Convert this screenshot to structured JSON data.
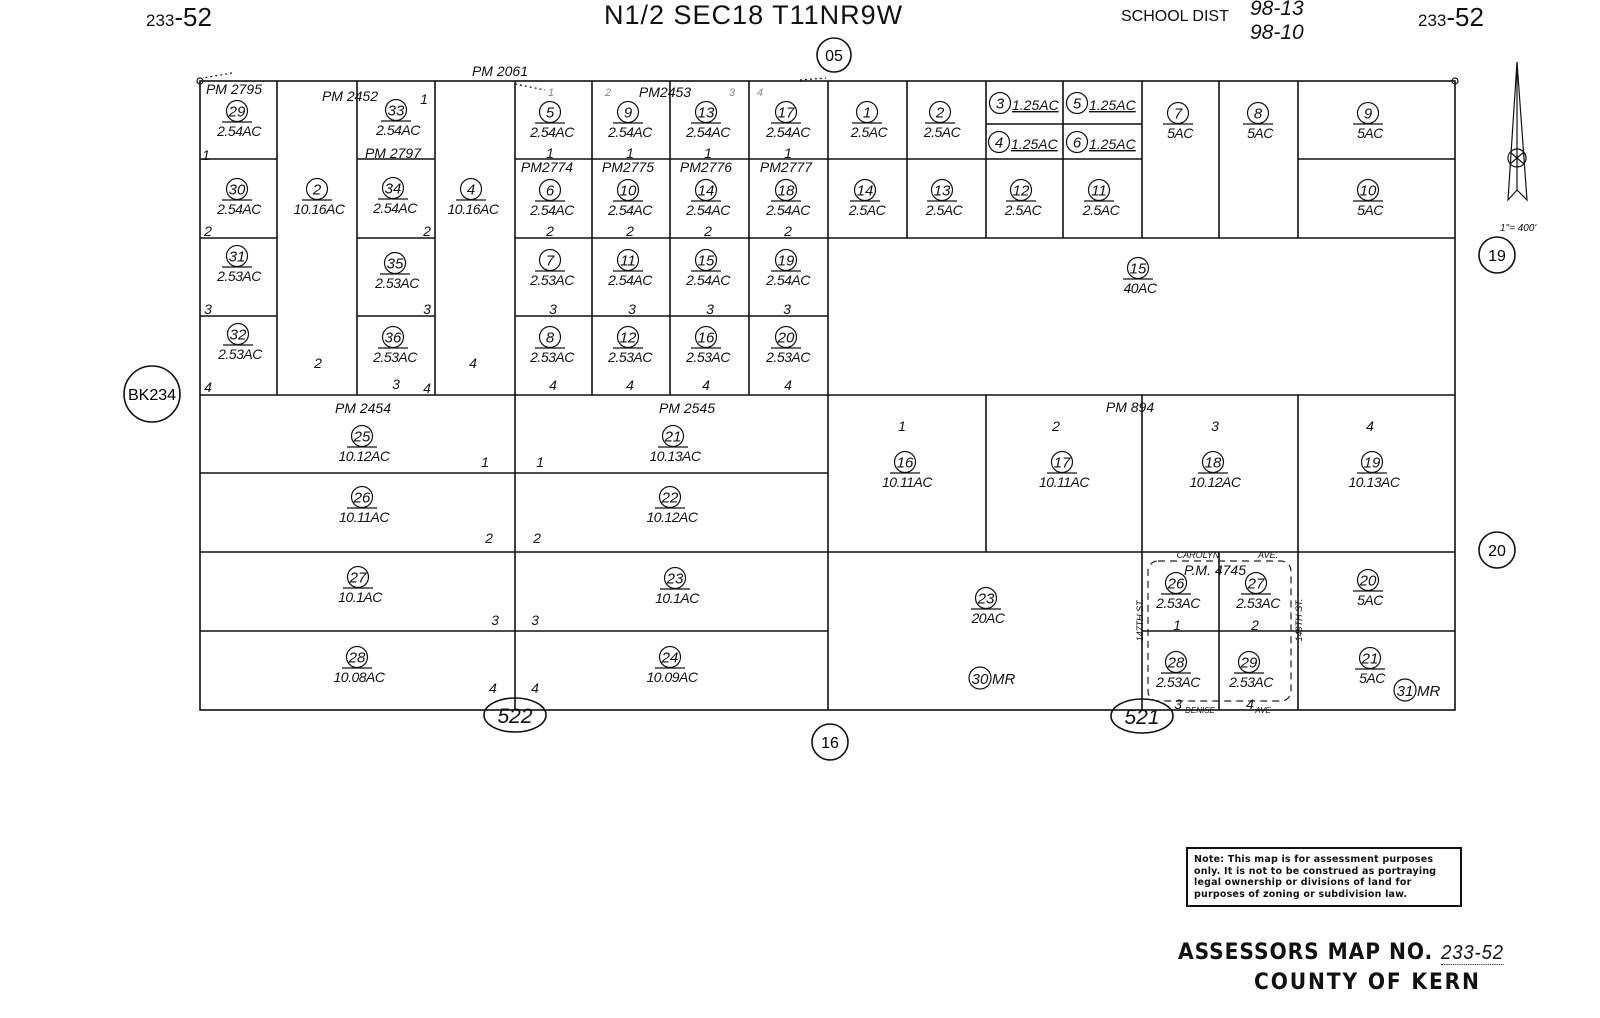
{
  "header": {
    "left_map_no_small": "233",
    "left_map_no_big": "-52",
    "title": "N1/2 SEC18 T11NR9W",
    "school_dist_label": "SCHOOL DIST",
    "school_dist_values": [
      "98-13",
      "98-10"
    ],
    "right_map_no_small": "233",
    "right_map_no_big": "-52"
  },
  "adjacent": {
    "north": "05",
    "east_top": "19",
    "east_bottom": "20",
    "south": "16",
    "west_book": "BK234",
    "south_left_book": "522",
    "south_right_book": "521"
  },
  "scale": "1\"= 400'",
  "parcels": [
    {
      "n": "29",
      "ac": "2.54AC"
    },
    {
      "n": "30",
      "ac": "2.54AC"
    },
    {
      "n": "31",
      "ac": "2.53AC"
    },
    {
      "n": "32",
      "ac": "2.53AC"
    },
    {
      "n": "2",
      "ac": "10.16AC"
    },
    {
      "n": "33",
      "ac": "2.54AC"
    },
    {
      "n": "34",
      "ac": "2.54AC"
    },
    {
      "n": "35",
      "ac": "2.53AC"
    },
    {
      "n": "36",
      "ac": "2.53AC"
    },
    {
      "n": "4",
      "ac": "10.16AC"
    },
    {
      "n": "5",
      "ac": "2.54AC"
    },
    {
      "n": "6",
      "ac": "2.54AC"
    },
    {
      "n": "7",
      "ac": "2.53AC"
    },
    {
      "n": "8",
      "ac": "2.53AC"
    },
    {
      "n": "9",
      "ac": "2.54AC"
    },
    {
      "n": "10",
      "ac": "2.54AC"
    },
    {
      "n": "11",
      "ac": "2.54AC"
    },
    {
      "n": "12",
      "ac": "2.53AC"
    },
    {
      "n": "13",
      "ac": "2.54AC"
    },
    {
      "n": "14",
      "ac": "2.54AC"
    },
    {
      "n": "15",
      "ac": "2.54AC"
    },
    {
      "n": "16",
      "ac": "2.53AC"
    },
    {
      "n": "17",
      "ac": "2.54AC"
    },
    {
      "n": "18",
      "ac": "2.54AC"
    },
    {
      "n": "19",
      "ac": "2.54AC"
    },
    {
      "n": "20",
      "ac": "2.53AC"
    },
    {
      "n": "1",
      "ac": "2.5AC"
    },
    {
      "n": "2",
      "ac": "2.5AC"
    },
    {
      "n": "3",
      "ac": "1.25AC"
    },
    {
      "n": "4",
      "ac": "1.25AC"
    },
    {
      "n": "5",
      "ac": "1.25AC"
    },
    {
      "n": "6",
      "ac": "1.25AC"
    },
    {
      "n": "7",
      "ac": "5AC"
    },
    {
      "n": "8",
      "ac": "5AC"
    },
    {
      "n": "9",
      "ac": "5AC"
    },
    {
      "n": "10",
      "ac": "5AC"
    },
    {
      "n": "14",
      "ac": "2.5AC"
    },
    {
      "n": "13",
      "ac": "2.5AC"
    },
    {
      "n": "12",
      "ac": "2.5AC"
    },
    {
      "n": "11",
      "ac": "2.5AC"
    },
    {
      "n": "15",
      "ac": "40AC"
    },
    {
      "n": "16",
      "ac": "10.11AC"
    },
    {
      "n": "17",
      "ac": "10.11AC"
    },
    {
      "n": "18",
      "ac": "10.12AC"
    },
    {
      "n": "19",
      "ac": "10.13AC"
    },
    {
      "n": "25",
      "ac": "10.12AC"
    },
    {
      "n": "26",
      "ac": "10.11AC"
    },
    {
      "n": "27",
      "ac": "10.1AC"
    },
    {
      "n": "28",
      "ac": "10.08AC"
    },
    {
      "n": "21",
      "ac": "10.13AC"
    },
    {
      "n": "22",
      "ac": "10.12AC"
    },
    {
      "n": "23",
      "ac": "10.1AC"
    },
    {
      "n": "24",
      "ac": "10.09AC"
    },
    {
      "n": "23",
      "ac": "20AC"
    },
    {
      "n": "26",
      "ac": "2.53AC"
    },
    {
      "n": "27",
      "ac": "2.53AC"
    },
    {
      "n": "28",
      "ac": "2.53AC"
    },
    {
      "n": "29",
      "ac": "2.53AC"
    },
    {
      "n": "20",
      "ac": "5AC"
    },
    {
      "n": "21",
      "ac": "5AC"
    }
  ],
  "map_refs": [
    {
      "n": "30",
      "label": "MR"
    },
    {
      "n": "31",
      "label": "MR"
    }
  ],
  "pm_labels": [
    "PM 2061",
    "PM 2795",
    "PM 2452",
    "PM 2797",
    "PM2453",
    "PM2774",
    "PM2775",
    "PM2776",
    "PM2777",
    "PM 2454",
    "PM 2545",
    "PM 894",
    "P.M. 4745"
  ],
  "lot_numbers": [
    "1",
    "2",
    "3",
    "4",
    "2",
    "1",
    "2",
    "3",
    "3",
    "4",
    "4",
    "1",
    "1",
    "1",
    "1",
    "2",
    "2",
    "2",
    "2",
    "3",
    "3",
    "3",
    "3",
    "4",
    "4",
    "4",
    "4",
    "1",
    "2",
    "3",
    "4",
    "1",
    "2",
    "3",
    "4",
    "1",
    "1",
    "2",
    "2",
    "3",
    "3",
    "4",
    "4",
    "1",
    "2",
    "3",
    "4"
  ],
  "streets": [
    "CAROLYN",
    "AVE.",
    "DENISE",
    "AVE",
    "147TH ST.",
    "149TH ST."
  ],
  "note": "Note: This map is for assessment purposes only. It is not to be construed as portraying legal ownership or divisions of land for purposes of zoning or subdivision law.",
  "footer": {
    "assessors_label": "ASSESSORS MAP NO.",
    "map_no": "233-52",
    "county": "COUNTY OF KERN"
  }
}
